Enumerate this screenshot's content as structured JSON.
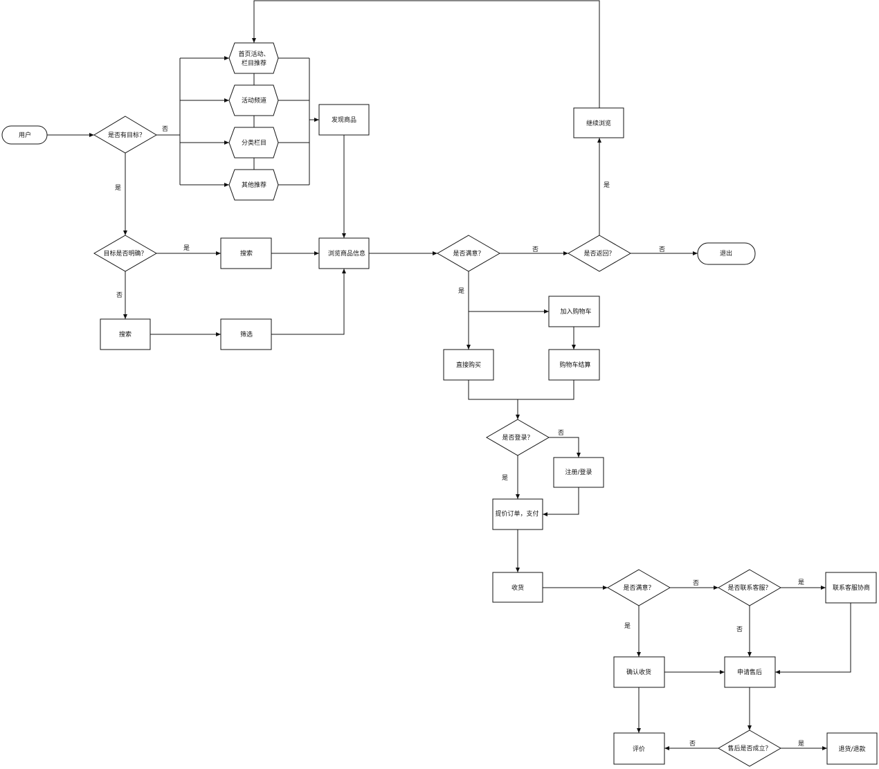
{
  "nodes": {
    "user": "用户",
    "has_target": "是否有目标？",
    "home_activity_1": "首页活动、",
    "home_activity_2": "栏目推荐",
    "activity_channel": "活动频道",
    "category": "分类栏目",
    "other_recommend": "其他推荐",
    "discover": "发现商品",
    "target_clear": "目标是否明确？",
    "search_top": "搜索",
    "search_bottom": "搜索",
    "filter": "筛选",
    "browse": "浏览商品信息",
    "satisfied_1": "是否满意？",
    "go_back": "是否返回？",
    "continue_browse": "继续浏览",
    "exit": "退出",
    "add_cart": "加入购物车",
    "buy_now": "直接购买",
    "cart_checkout": "购物车结算",
    "logged_in": "是否登录？",
    "register_login": "注册/登录",
    "submit_order": "提价订单，支付",
    "receive": "收货",
    "satisfied_2": "是否满意？",
    "contact_cs_q": "是否联系客服？",
    "contact_cs": "联系客服协商",
    "confirm_receipt": "确认收货",
    "apply_aftersale": "申请售后",
    "review": "评价",
    "aftersale_ok": "售后是否成立？",
    "refund": "退货/退款"
  },
  "edge_labels": {
    "target_no": "否",
    "target_yes": "是",
    "clear_yes": "是",
    "clear_no": "否",
    "sat1_no": "否",
    "sat1_yes": "是",
    "back_yes": "是",
    "back_no": "否",
    "login_no": "否",
    "login_yes": "是",
    "sat2_no": "否",
    "sat2_yes": "是",
    "cs_yes": "是",
    "cs_no": "否",
    "as_no": "否",
    "as_yes": "是"
  }
}
